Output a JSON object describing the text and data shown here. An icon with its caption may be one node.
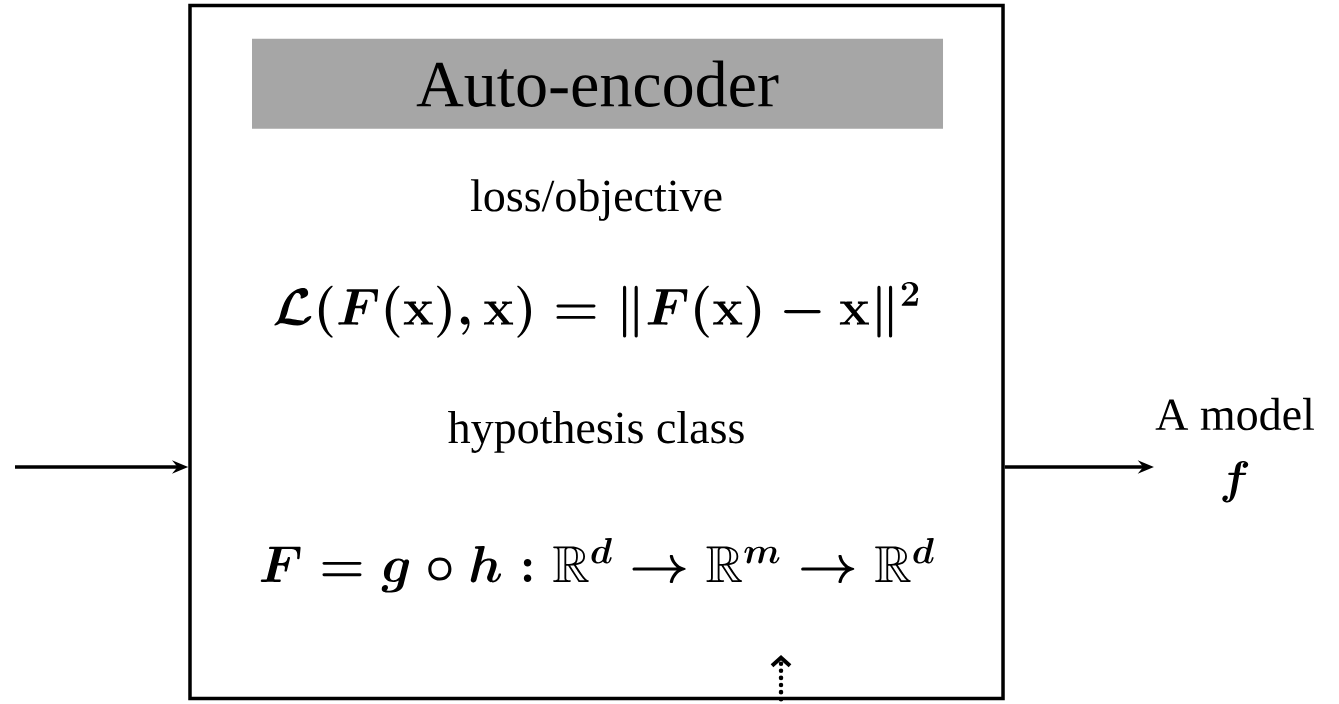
{
  "diagram": {
    "nodes": [
      {
        "text": [
          "loss/objective",
          "\\mathcal{L}(F(\\mathbf{x}),\\mathbf{x}) = \\|F(\\mathbf{x})-\\mathbf{x}\\|^2",
          "hypothesis class",
          "F = g\\circ h : \\mathbb{R}^d \\to \\mathbb{R}^m \\to \\mathbb{R}^d"
        ]
      },
      {
        "text": [
          "Auto-encoder"
        ],
        "in": 0
      },
      {
        "text": [
          "A model",
          "f"
        ]
      }
    ],
    "edges": [
      {
        "from": null,
        "to": 0,
        "arrow": "to"
      },
      {
        "from": 0,
        "to": 2,
        "arrow": "to"
      },
      {
        "from": 0,
        "to": null,
        "arrow": "to",
        "style": "dashed"
      }
    ]
  }
}
